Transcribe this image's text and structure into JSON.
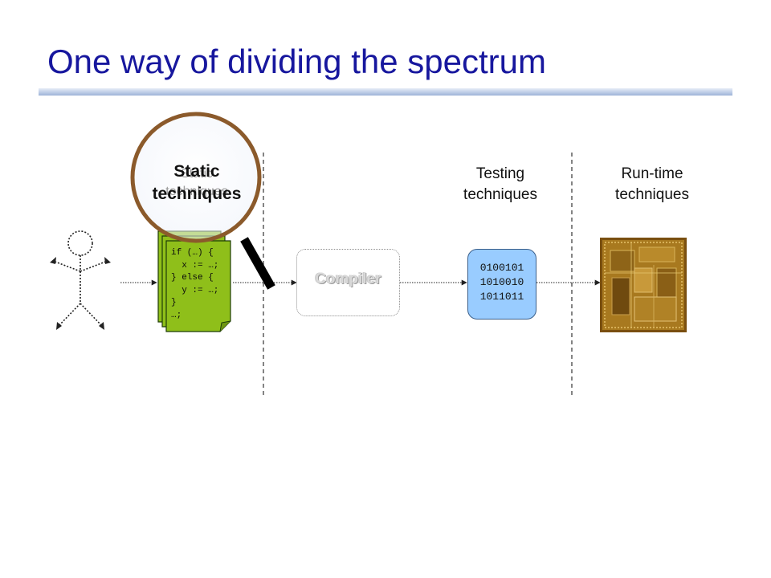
{
  "slide": {
    "title": "One way of dividing the spectrum"
  },
  "magnifier": {
    "label": "Static\ntechniques",
    "ghost_label": "Static\ntechniques"
  },
  "columns": {
    "testing_label": "Testing\ntechniques",
    "runtime_label": "Run-time\ntechniques"
  },
  "source_code": {
    "lines": [
      "if (…) {",
      "  x := …;",
      "} else {",
      "  y := …;",
      "}",
      "…;"
    ]
  },
  "compiler": {
    "label": "Compiler"
  },
  "binary": {
    "lines": [
      "0100101",
      "1010010",
      "1011011"
    ]
  },
  "colors": {
    "title": "#17179e",
    "code_page": "#8fbf1a",
    "binary_box": "#99ccff",
    "lens_ring": "#8b5a2b",
    "chip": "#a8791f"
  }
}
